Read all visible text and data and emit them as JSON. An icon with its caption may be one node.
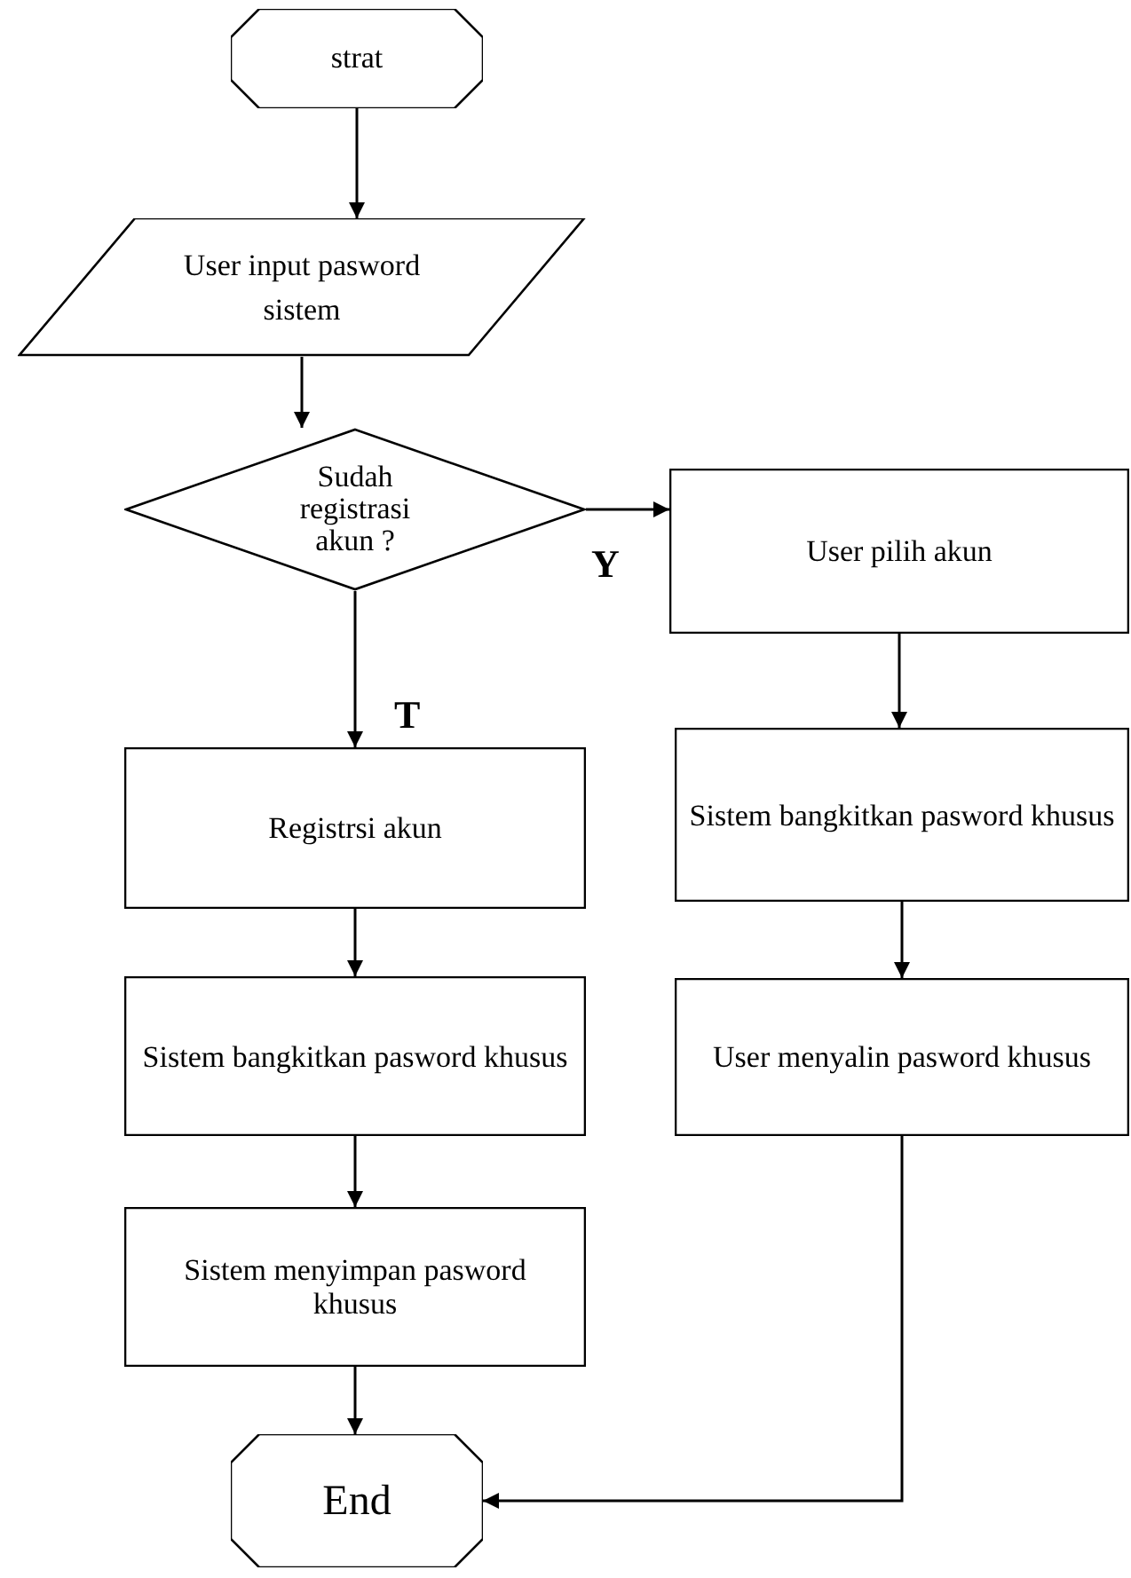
{
  "diagram": {
    "nodes": [
      {
        "text": [
          "strat"
        ]
      },
      {
        "text": [
          "User input pasword sistem"
        ]
      },
      {
        "text": [
          "Sudah registrasi akun ?"
        ]
      },
      {
        "text": [
          "User pilih akun"
        ]
      },
      {
        "text": [
          "Registrsi akun"
        ]
      },
      {
        "text": [
          "Sistem bangkitkan pasword khusus"
        ]
      },
      {
        "text": [
          "Sistem bangkitkan pasword khusus"
        ]
      },
      {
        "text": [
          "User menyalin pasword khusus"
        ]
      },
      {
        "text": [
          "Sistem menyimpan pasword khusus"
        ]
      },
      {
        "text": [
          "End"
        ]
      }
    ],
    "edges": [
      {
        "from": 0,
        "to": 1,
        "arrow": "to"
      },
      {
        "from": 1,
        "to": 2,
        "arrow": "to"
      },
      {
        "from": 2,
        "to": 3,
        "arrow": "to",
        "label": "Y"
      },
      {
        "from": 2,
        "to": 4,
        "arrow": "to",
        "label": "T"
      },
      {
        "from": 3,
        "to": 5,
        "arrow": "to"
      },
      {
        "from": 5,
        "to": 7,
        "arrow": "to"
      },
      {
        "from": 4,
        "to": 6,
        "arrow": "to"
      },
      {
        "from": 6,
        "to": 8,
        "arrow": "to"
      },
      {
        "from": 8,
        "to": 9,
        "arrow": "to"
      },
      {
        "from": 7,
        "to": 9,
        "arrow": "to"
      }
    ]
  }
}
